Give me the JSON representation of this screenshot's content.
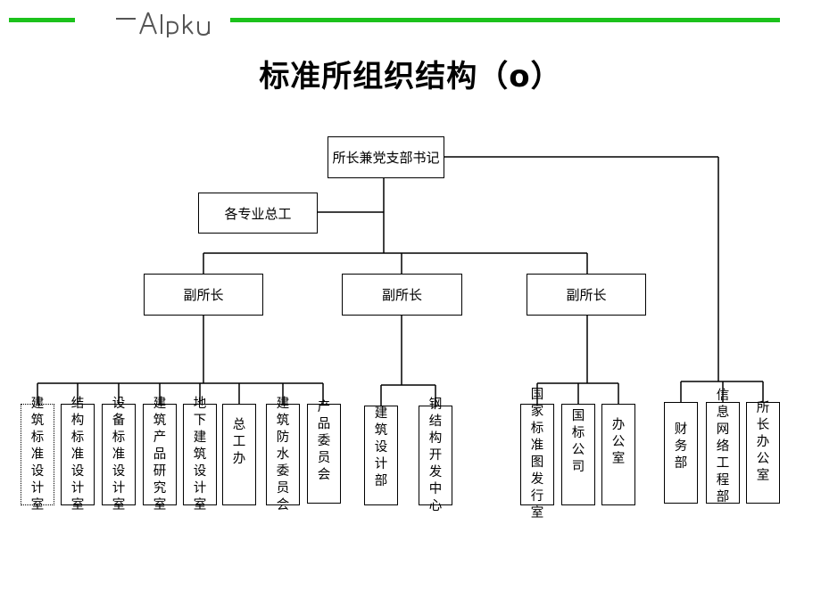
{
  "header": {
    "logo_text": "Alpku",
    "accent_color": "#1cc21c"
  },
  "title": "标准所组织结构（o）",
  "org": {
    "director": "所长兼党支部书记",
    "chief_engineers": "各专业总工",
    "deputies": [
      "副所长",
      "副所长",
      "副所长"
    ],
    "units": [
      {
        "label": "建筑标准设计室",
        "lines": [
          "建筑",
          "标准",
          "设计",
          "室"
        ]
      },
      {
        "label": "结构标准设计室",
        "lines": [
          "结构",
          "标准",
          "设计",
          "室"
        ]
      },
      {
        "label": "设备标准设计室",
        "lines": [
          "设备",
          "标准",
          "设计",
          "室"
        ]
      },
      {
        "label": "建筑产品研究室",
        "lines": [
          "建筑",
          "产品",
          "研究",
          "室"
        ]
      },
      {
        "label": "地下建筑设计室",
        "lines": [
          "地下",
          "建筑",
          "设计",
          "室"
        ]
      },
      {
        "label": "总工办",
        "lines": [
          "总工",
          "办"
        ]
      },
      {
        "label": "建筑防水委员会",
        "lines": [
          "建筑",
          "防水",
          "委员",
          "会"
        ]
      },
      {
        "label": "产品委员会",
        "lines": [
          "产品",
          "委员",
          "会"
        ]
      },
      {
        "label": "建筑设计部",
        "lines": [
          "建筑",
          "设计",
          "部"
        ]
      },
      {
        "label": "钢结构开发中心",
        "lines": [
          "钢结",
          "构开",
          "发中",
          "心"
        ]
      },
      {
        "label": "国家标准图发行室",
        "lines": [
          "国家",
          "标准",
          "图发",
          "行室"
        ]
      },
      {
        "label": "国标公司",
        "lines": [
          "国标",
          "公司"
        ]
      },
      {
        "label": "办公室",
        "lines": [
          "办公",
          "室"
        ]
      },
      {
        "label": "财务部",
        "lines": [
          "财务",
          "部"
        ]
      },
      {
        "label": "信息网络工程部",
        "lines": [
          "信息",
          "网络",
          "工程",
          "部"
        ]
      },
      {
        "label": "所长办公室",
        "lines": [
          "所长",
          "办公",
          "室"
        ]
      }
    ]
  }
}
